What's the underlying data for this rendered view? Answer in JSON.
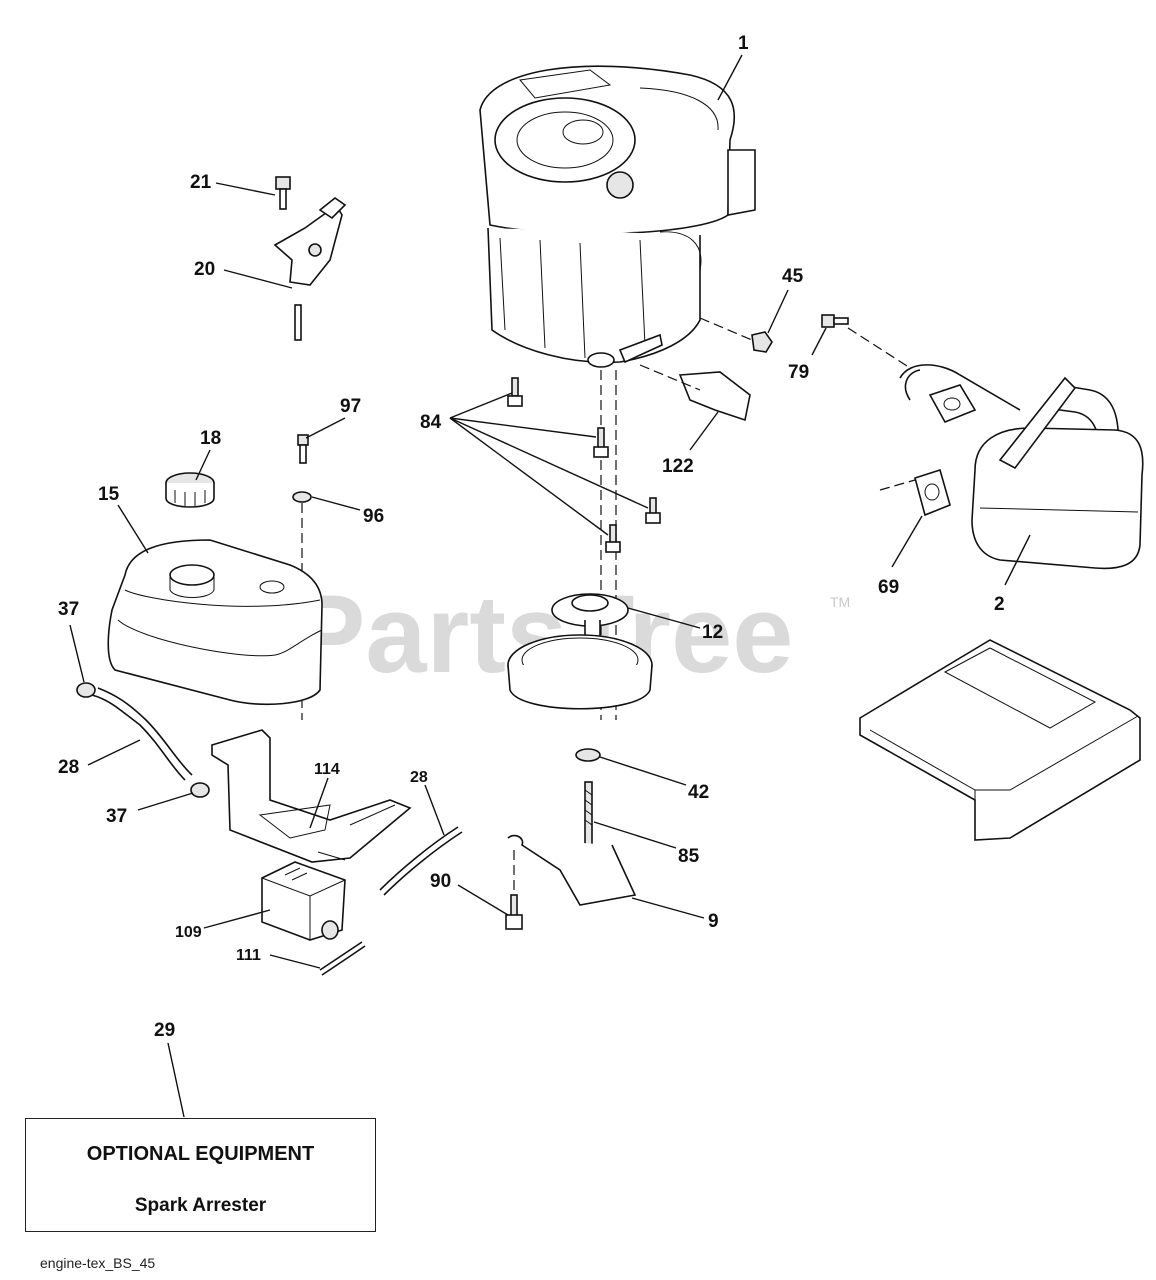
{
  "diagram": {
    "watermark": "PartsTree",
    "trademark": "TM",
    "callouts": {
      "c1": "1",
      "c2": "2",
      "c9": "9",
      "c12": "12",
      "c15": "15",
      "c18": "18",
      "c20": "20",
      "c21": "21",
      "c28a": "28",
      "c28b": "28",
      "c29": "29",
      "c37a": "37",
      "c37b": "37",
      "c42": "42",
      "c45": "45",
      "c69": "69",
      "c79": "79",
      "c84": "84",
      "c85": "85",
      "c90": "90",
      "c96": "96",
      "c97": "97",
      "c109": "109",
      "c111": "111",
      "c114": "114",
      "c122": "122"
    },
    "optional_box": {
      "title": "OPTIONAL EQUIPMENT",
      "subtitle": "Spark Arrester"
    },
    "footer_code": "engine-tex_BS_45"
  }
}
